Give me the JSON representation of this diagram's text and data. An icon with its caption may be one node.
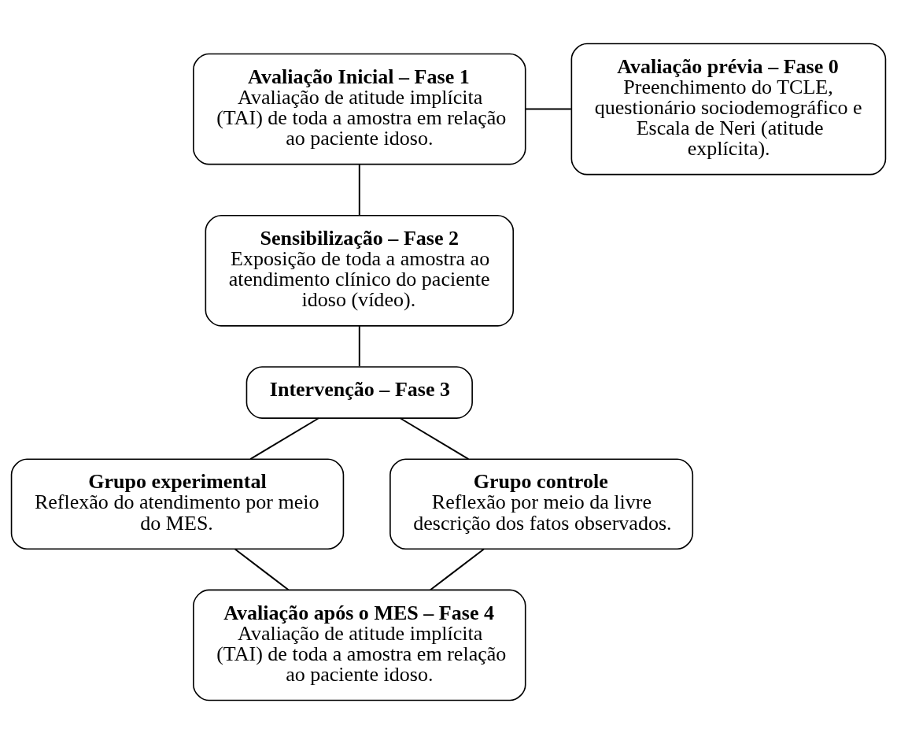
{
  "diagram": {
    "nodes": [
      {
        "text": [
          "Avaliação Inicial – Fase 1",
          "Avaliação de atitude implícita (TAI) de toda a amostra em relação ao paciente idoso."
        ]
      },
      {
        "text": [
          "Avaliação prévia – Fase 0",
          "Preenchimento do TCLE, questionário sociodemográfico e Escala de Neri (atitude explícita)."
        ]
      },
      {
        "text": [
          "Sensibilização – Fase 2",
          "Exposição de toda a amostra ao atendimento clínico do paciente idoso (vídeo)."
        ]
      },
      {
        "text": [
          "Intervenção – Fase 3"
        ]
      },
      {
        "text": [
          "Grupo experimental",
          "Reflexão do atendimento por meio do MES."
        ]
      },
      {
        "text": [
          "Grupo controle",
          "Reflexão por meio da livre descrição dos fatos observados."
        ]
      },
      {
        "text": [
          "Avaliação após o MES – Fase 4",
          "Avaliação de atitude implícita (TAI) de toda a amostra em relação ao paciente idoso."
        ]
      }
    ],
    "edges": [
      {
        "from": 0,
        "to": 1,
        "arrow": "none"
      },
      {
        "from": 0,
        "to": 2,
        "arrow": "none"
      },
      {
        "from": 2,
        "to": 3,
        "arrow": "none"
      },
      {
        "from": 3,
        "to": 4,
        "arrow": "none"
      },
      {
        "from": 3,
        "to": 5,
        "arrow": "none"
      },
      {
        "from": 4,
        "to": 6,
        "arrow": "none"
      },
      {
        "from": 5,
        "to": 6,
        "arrow": "none"
      }
    ]
  }
}
